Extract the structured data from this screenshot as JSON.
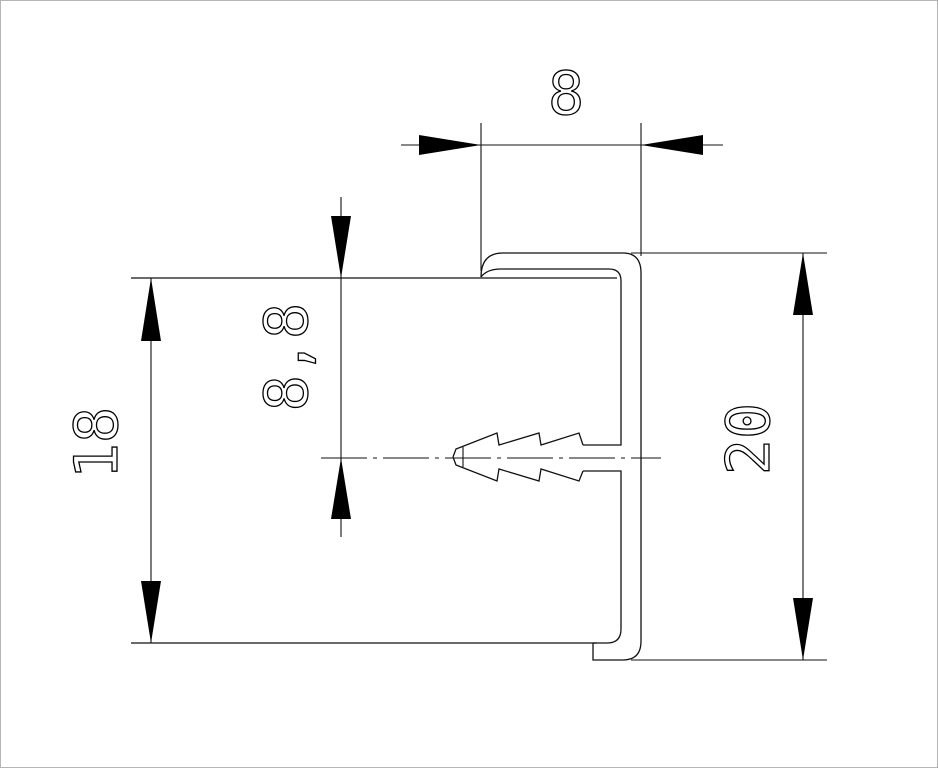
{
  "diagram": {
    "dimensions": {
      "top_width": "8",
      "left_height": "18",
      "right_height": "20",
      "offset": "8,8"
    }
  }
}
